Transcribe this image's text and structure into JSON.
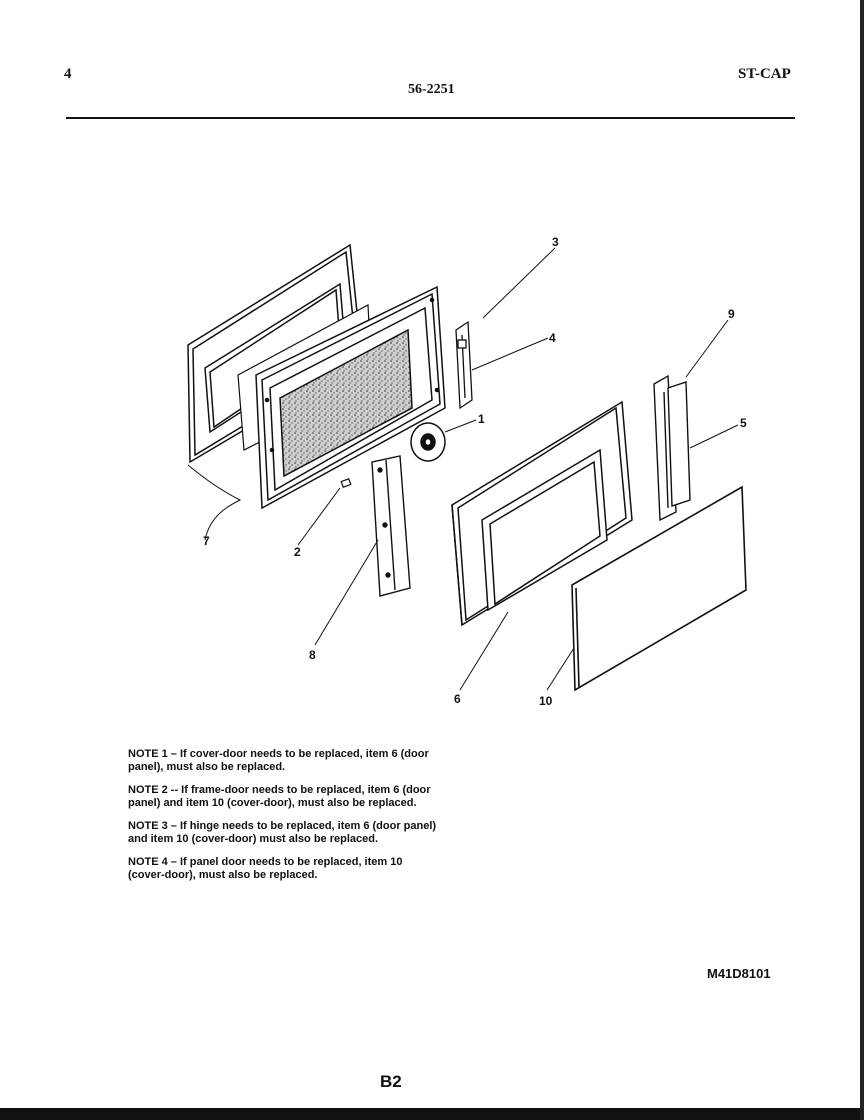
{
  "header": {
    "page_number": "4",
    "document_code": "56-2251",
    "model": "ST-CAP"
  },
  "callouts": {
    "c1": "1",
    "c2": "2",
    "c3": "3",
    "c4": "4",
    "c5": "5",
    "c6": "6",
    "c7": "7",
    "c8": "8",
    "c9": "9",
    "c10": "10"
  },
  "notes": [
    {
      "line1": "NOTE 1 – If cover-door needs to be replaced, item 6 (door",
      "line2": "panel), must also be replaced."
    },
    {
      "line1": "NOTE 2 -- If frame-door needs to be replaced, item 6 (door",
      "line2": "panel) and item 10 (cover-door), must also be replaced."
    },
    {
      "line1": "NOTE 3 – If hinge needs to be replaced, item 6 (door panel)",
      "line2": "and item 10 (cover-door) must also be replaced."
    },
    {
      "line1": "NOTE 4 – If panel door needs to be replaced, item 10",
      "line2": "(cover-door), must also be replaced."
    }
  ],
  "drawing_id": "M41D8101",
  "page_code": "B2"
}
